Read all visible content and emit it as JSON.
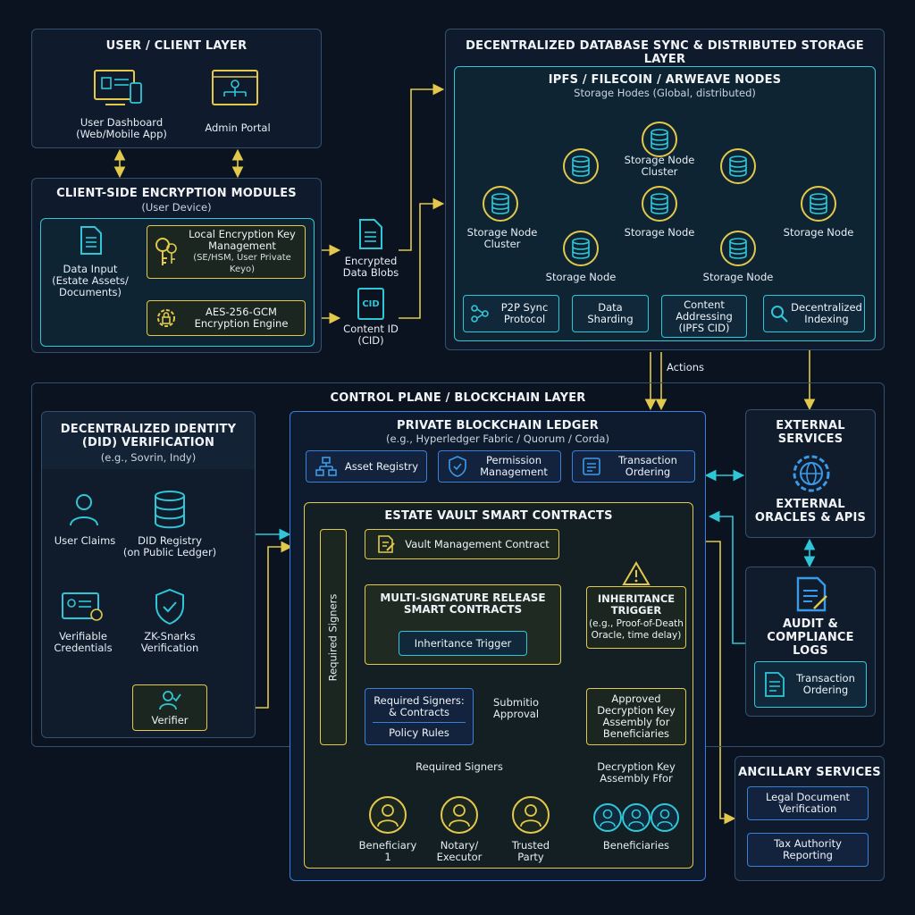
{
  "user_layer": {
    "title": "USER / CLIENT LAYER",
    "dashboard": "User Dashboard\n(Web/Mobile App)",
    "admin": "Admin Portal"
  },
  "encryption": {
    "title": "CLIENT-SIDE ENCRYPTION MODULES",
    "subtitle": "(User Device)",
    "data_input": "Data Input\n(Estate Assets/\nDocuments)",
    "key_mgmt": "Local Encryption Key\nManagement",
    "key_mgmt_sub": "(SE/HSM, User Private Keyo)",
    "aes": "AES-256-GCM\nEncryption Engine",
    "blobs": "Encrypted\nData Blobs",
    "cid": "Content ID\n(CID)",
    "cid_icon_text": "CID"
  },
  "storage": {
    "title": "DECENTRALIZED DATABASE SYNC & DISTRIBUTED STORAGE LAYER",
    "inner_title": "IPFS / FILECOIN / ARWEAVE NODES",
    "inner_sub": "Storage Hodes (Global, distributed)",
    "nodes": {
      "cluster_top": "Storage Node\nCluster",
      "cluster_left": "Storage Node\nCluster",
      "center": "Storage Node",
      "right": "Storage Node",
      "bottom_left": "Storage Node",
      "bottom_right": "Storage Node"
    },
    "features": [
      "P2P Sync\nProtocol",
      "Data\nSharding",
      "Content\nAddressing\n(IPFS CID)",
      "Decentralized\nIndexing"
    ]
  },
  "actions_label": "Actions",
  "control": {
    "title": "CONTROL PLANE / BLOCKCHAIN LAYER"
  },
  "did": {
    "title": "DECENTRALIZED IDENTITY\n(DID) VERIFICATION",
    "subtitle": "(e.g., Sovrin, Indy)",
    "user_claims": "User Claims",
    "registry": "DID Registry\n(on Public Ledger)",
    "credentials": "Verifiable\nCredentials",
    "zk": "ZK-Snarks\nVerification",
    "verifier": "Verifier"
  },
  "ledger": {
    "title": "PRIVATE BLOCKCHAIN LEDGER",
    "subtitle": "(e.g., Hyperledger Fabric / Quorum / Corda)",
    "items": [
      "Asset Registry",
      "Permission\nManagement",
      "Transaction\nOrdering"
    ]
  },
  "contracts": {
    "title": "ESTATE VAULT SMART CONTRACTS",
    "vault": "Vault Management Contract",
    "multisig": "MULTI-SIGNATURE RELEASE\nSMART CONTRACTS",
    "trigger": "Inheritance Trigger",
    "inh_title": "INHERITANCE\nTRIGGER",
    "inh_sub": "(e.g., Proof-of-Death\nOracle, time delay)",
    "required_vertical": "Required Signers",
    "signers_box": "Required Signers:\n& Contracts",
    "policy": "Policy Rules",
    "submit": "Submitio\nApproval",
    "approved": "Approved\nDecryption Key\nAssembly for\nBeneficiaries",
    "required_signers": "Required Signers",
    "key_assembly": "Decryption Key\nAssembly Ffor",
    "parties": [
      "Beneficiary\n1",
      "Notary/\nExecutor",
      "Trusted\nParty"
    ],
    "beneficiaries": "Beneficiaries"
  },
  "external": {
    "title": "EXTERNAL\nSERVICES",
    "oracles": "EXTERNAL\nORACLES & APIS"
  },
  "audit": {
    "title": "AUDIT &\nCOMPLIANCE\nLOGS",
    "tx": "Transaction\nOrdering"
  },
  "ancillary": {
    "title": "ANCILLARY SERVICES",
    "items": [
      "Legal Document\nVerification",
      "Tax Authority\nReporting"
    ]
  },
  "colors": {
    "cyan": "#2fc6d8",
    "yellow": "#e2c84b",
    "blue": "#3a7fd8",
    "bg": "#0b1320"
  }
}
